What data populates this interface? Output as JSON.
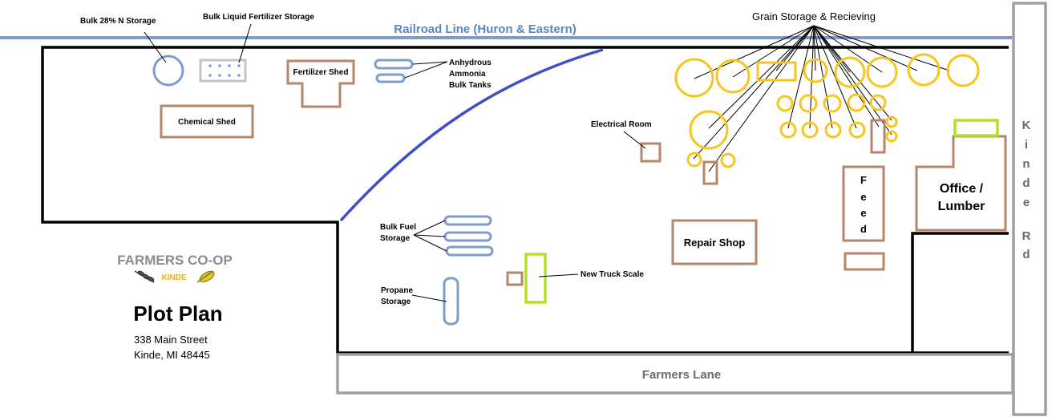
{
  "railroad_label": "Railroad Line (Huron & Eastern)",
  "road_bottom_label": "Farmers Lane",
  "road_right_letters": [
    "K",
    "i",
    "n",
    "d",
    "e",
    "R",
    "d"
  ],
  "labels": {
    "bulk_28n": "Bulk 28% N Storage",
    "bulk_liquid": "Bulk Liquid Fertilizer Storage",
    "fertilizer_shed": "Fertilizer Shed",
    "anhydrous": [
      "Anhydrous",
      "Ammonia",
      "Bulk Tanks"
    ],
    "chemical_shed": "Chemical Shed",
    "grain_storage": "Grain Storage & Recieving",
    "electrical_room": "Electrical Room",
    "bulk_fuel": [
      "Bulk Fuel",
      "Storage"
    ],
    "propane": [
      "Propane",
      "Storage"
    ],
    "truck_scale": "New Truck Scale",
    "repair_shop": "Repair Shop",
    "feed_letters": [
      "F",
      "e",
      "e",
      "d"
    ],
    "office": [
      "Office /",
      "Lumber"
    ]
  },
  "logo": {
    "name": "FARMERS CO-OP",
    "town": "KINDE"
  },
  "title": "Plot Plan",
  "address": [
    "338 Main Street",
    "Kinde, MI 48445"
  ],
  "colors": {
    "rail": "#7d9ccb",
    "wall": "#000000",
    "building": "#b5866a",
    "tank": "#7d9ccb",
    "grain": "#f6c51e",
    "scale": "#b4e02a",
    "road": "#a0a0a0",
    "spur": "#3f4fc6"
  }
}
